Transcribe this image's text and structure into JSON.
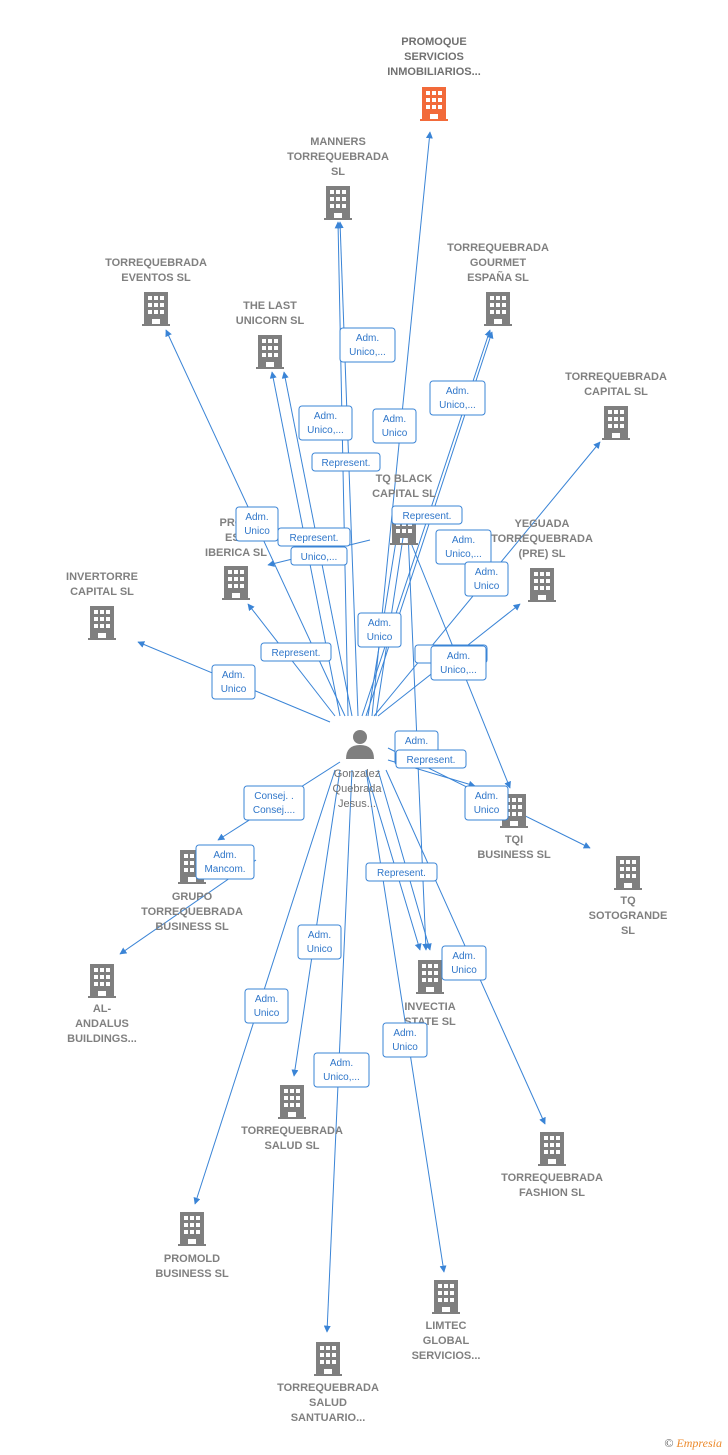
{
  "person": {
    "lines": [
      "Gonzalez",
      "Quebrada",
      "Jesus..."
    ],
    "icon": "person-icon"
  },
  "colors": {
    "edge": "#3a84d6",
    "building": "#7f7f7f",
    "highlight": "#f26a3a"
  },
  "companies": [
    {
      "id": "promoque",
      "lines": [
        "PROMOQUE",
        "SERVICIOS",
        "INMOBILIARIOS..."
      ],
      "highlight": true,
      "icon": "building-icon"
    },
    {
      "id": "manners",
      "lines": [
        "MANNERS",
        "TORREQUEBRADA",
        "SL"
      ],
      "icon": "building-icon"
    },
    {
      "id": "eventos",
      "lines": [
        "TORREQUEBRADA",
        "EVENTOS  SL"
      ],
      "icon": "building-icon"
    },
    {
      "id": "gourmet",
      "lines": [
        "TORREQUEBRADA",
        "GOURMET",
        "ESPAÑA  SL"
      ],
      "icon": "building-icon"
    },
    {
      "id": "lastunicorn",
      "lines": [
        "THE LAST",
        "UNICORN  SL"
      ],
      "icon": "building-icon"
    },
    {
      "id": "capital",
      "lines": [
        "TORREQUEBRADA",
        "CAPITAL  SL"
      ],
      "icon": "building-icon"
    },
    {
      "id": "tqblack",
      "lines": [
        "TQ BLACK",
        "CAPITAL  SL"
      ],
      "icon": "building-icon"
    },
    {
      "id": "promiberica",
      "lines": [
        "PROM",
        "ESP",
        "IBERICA  SL"
      ],
      "icon": "building-icon"
    },
    {
      "id": "yeguada",
      "lines": [
        "YEGUADA",
        "TORREQUEBRADA",
        "(PRE)  SL"
      ],
      "icon": "building-icon"
    },
    {
      "id": "invertorre",
      "lines": [
        "INVERTORRE",
        "CAPITAL  SL"
      ],
      "icon": "building-icon"
    },
    {
      "id": "tqi",
      "lines": [
        "TQI",
        "BUSINESS  SL"
      ],
      "icon": "building-icon"
    },
    {
      "id": "tqsotogrande",
      "lines": [
        "TQ",
        "SOTOGRANDE",
        "SL"
      ],
      "icon": "building-icon"
    },
    {
      "id": "grupo",
      "lines": [
        "GRUPO",
        "TORREQUEBRADA",
        "BUSINESS  SL"
      ],
      "icon": "building-icon"
    },
    {
      "id": "alandalus",
      "lines": [
        "AL-",
        "ANDALUS",
        "BUILDINGS..."
      ],
      "icon": "building-icon"
    },
    {
      "id": "invectia",
      "lines": [
        "INVECTIA",
        "STATE  SL"
      ],
      "icon": "building-icon"
    },
    {
      "id": "salud",
      "lines": [
        "TORREQUEBRADA",
        "SALUD  SL"
      ],
      "icon": "building-icon"
    },
    {
      "id": "fashion",
      "lines": [
        "TORREQUEBRADA",
        "FASHION  SL"
      ],
      "icon": "building-icon"
    },
    {
      "id": "promold",
      "lines": [
        "PROMOLD",
        "BUSINESS  SL"
      ],
      "icon": "building-icon"
    },
    {
      "id": "limtec",
      "lines": [
        "LIMTEC",
        "GLOBAL",
        "SERVICIOS..."
      ],
      "icon": "building-icon"
    },
    {
      "id": "santuario",
      "lines": [
        "TORREQUEBRADA",
        "SALUD",
        "SANTUARIO..."
      ],
      "icon": "building-icon"
    }
  ],
  "relations": [
    {
      "lines": [
        "Adm.",
        "Unico,..."
      ]
    },
    {
      "lines": [
        "Adm.",
        "Unico,..."
      ]
    },
    {
      "lines": [
        "Adm.",
        "Unico,..."
      ]
    },
    {
      "lines": [
        "Adm.",
        "Unico"
      ]
    },
    {
      "lines": [
        "Represent."
      ]
    },
    {
      "lines": [
        "Adm.",
        "Unico"
      ]
    },
    {
      "lines": [
        "Represent."
      ]
    },
    {
      "lines": [
        "Represent."
      ]
    },
    {
      "lines": [
        "Unico,..."
      ]
    },
    {
      "lines": [
        "Adm.",
        "Unico,..."
      ]
    },
    {
      "lines": [
        "Adm.",
        "Unico"
      ]
    },
    {
      "lines": [
        "Adm.",
        "Unico"
      ]
    },
    {
      "lines": [
        "Represent."
      ]
    },
    {
      "lines": [
        "Adm.",
        "Unico"
      ]
    },
    {
      "lines": [
        "Re"
      ]
    },
    {
      "lines": [
        "Adm.",
        "Unico,..."
      ]
    },
    {
      "lines": [
        "Adm.",
        "Unico"
      ]
    },
    {
      "lines": [
        "Represent."
      ]
    },
    {
      "lines": [
        "Consej. .",
        "Consej...."
      ]
    },
    {
      "lines": [
        "Adm.",
        "Unico"
      ]
    },
    {
      "lines": [
        "Adm.",
        "Mancom."
      ]
    },
    {
      "lines": [
        "Represent."
      ]
    },
    {
      "lines": [
        "Adm.",
        "Unico"
      ]
    },
    {
      "lines": [
        "Adm.",
        "Unico"
      ]
    },
    {
      "lines": [
        "Adm.",
        "Unico"
      ]
    },
    {
      "lines": [
        "Adm.",
        "Unico"
      ]
    },
    {
      "lines": [
        "Adm.",
        "Unico,..."
      ]
    }
  ],
  "footer": {
    "copyright": "©",
    "brand": "Empresia"
  }
}
